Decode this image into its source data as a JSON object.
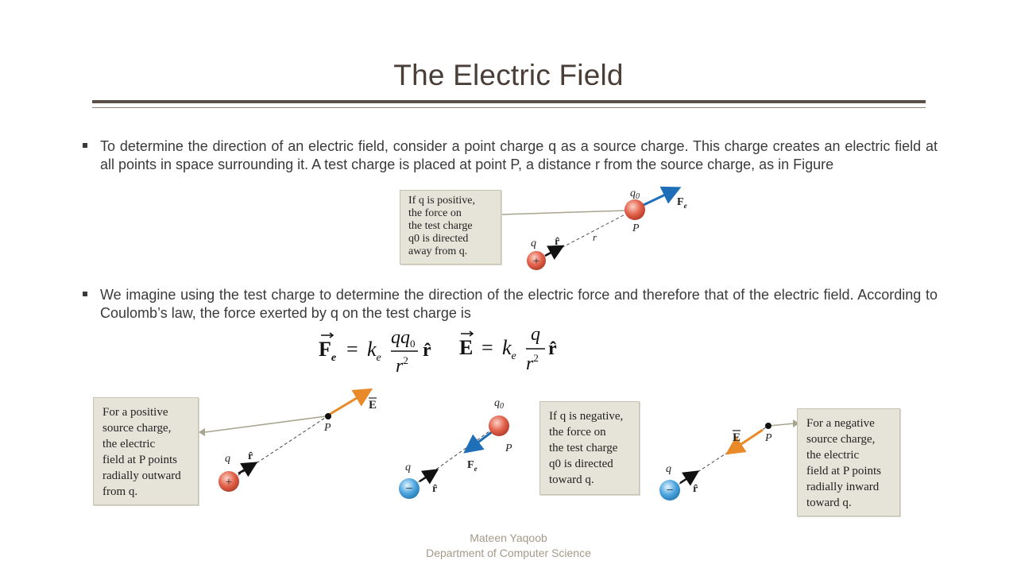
{
  "slide": {
    "title": "The Electric Field",
    "bullets": [
      "To determine the direction of an electric field, consider a point charge q as a source charge. This charge creates an electric field at all points in space surrounding it. A test charge is placed at point P, a distance r from the source charge, as in Figure",
      "We imagine using the test charge to determine the direction of the electric force and therefore that of the electric field. According to Coulomb’s law, the force exerted by q on the test charge is"
    ]
  },
  "figure_top": {
    "callout_lines": [
      "If q is positive,",
      "the force on",
      "the test charge",
      "q0 is directed",
      "away from q."
    ],
    "labels": {
      "q0": "q",
      "q0_sub": "0",
      "P": "P",
      "Fe": "F",
      "Fe_sub": "e",
      "q": "q",
      "rhat": "r̂",
      "r": "r",
      "charge_sign": "+"
    }
  },
  "equations": {
    "force": {
      "lhs": "F",
      "lhs_sub": "e",
      "eq": "=",
      "k": "k",
      "k_sub": "e",
      "num": "qq",
      "num_sub": "0",
      "den": "r",
      "den_sup": "2",
      "unit": "r̂"
    },
    "field": {
      "lhs": "E",
      "eq": "=",
      "k": "k",
      "k_sub": "e",
      "num": "q",
      "den": "r",
      "den_sup": "2",
      "unit": "r̂"
    }
  },
  "figure_a": {
    "callout_lines": [
      "For a positive",
      "source charge,",
      "the electric",
      "field at P points",
      "radially outward",
      "from q."
    ],
    "labels": {
      "E": "E",
      "P": "P",
      "q": "q",
      "rhat": "r̂",
      "charge_sign": "+"
    }
  },
  "figure_b": {
    "callout_lines": [
      "If q is negative,",
      "the force on",
      "the test charge",
      "q0 is directed",
      "toward q."
    ],
    "labels": {
      "q0": "q",
      "q0_sub": "0",
      "P": "P",
      "Fe": "F",
      "Fe_sub": "e",
      "q": "q",
      "rhat": "r̂",
      "charge_sign": "−"
    }
  },
  "figure_c": {
    "callout_lines": [
      "For a negative",
      "source charge,",
      "the electric",
      "field at P points",
      "radially inward",
      "toward q."
    ],
    "labels": {
      "E": "E",
      "P": "P",
      "q": "q",
      "rhat": "r̂",
      "charge_sign": "−"
    }
  },
  "footer": {
    "author": "Mateen Yaqoob",
    "department": "Department of Computer Science"
  },
  "colors": {
    "positive_charge": "#e2614a",
    "negative_charge": "#4ea6df",
    "force_arrow": "#1f6fb8",
    "field_arrow": "#e98a2a",
    "callout_bg": "#e6e4d9"
  }
}
